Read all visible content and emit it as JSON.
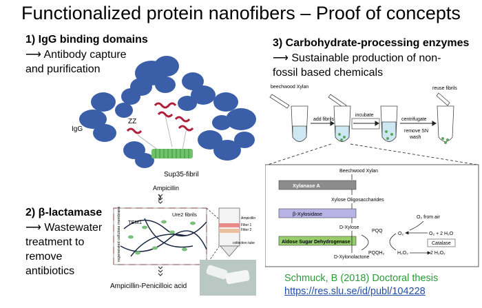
{
  "slide": {
    "title": "Functionalized protein nanofibers – Proof of concepts"
  },
  "section1": {
    "heading": "1) IgG binding domains",
    "line1": "⟶ Antibody capture",
    "line2": "and purification",
    "labels": {
      "igg": "IgG",
      "zz": "ZZ",
      "fibril": "Sup35-fibril"
    }
  },
  "section2": {
    "heading": "2) β-lactamase",
    "line1": "⟶ Wastewater",
    "line2": "treatment to",
    "line3": "remove",
    "line4": "antibiotics",
    "diagram": {
      "top_label": "Ampicillin",
      "bottom_label": "Ampicillin-Penicilloic acid",
      "tem1": "TEM1",
      "ure2": "Ure2 fibrils",
      "side_text": "regenerated cellulose membrane",
      "filter_labels": [
        "Ampicillin",
        "Filter 1",
        "Filter 2",
        "collection tube"
      ]
    }
  },
  "section3": {
    "heading": "3) Carbohydrate-processing enzymes",
    "line1": "⟶ Sustainable production of non-",
    "line2": "fossil based chemicals",
    "steps": {
      "xylan": "beechwood Xylan",
      "reuse": "reuse fibrils",
      "add": "add fibrils",
      "incubate": "incubate",
      "centrifugate": "centrifugate",
      "remove": "remove SN",
      "wash": "wash"
    },
    "pathway": {
      "top": "Beechwood Xylan",
      "enzyme1": "Xylanase A",
      "product1": "Xylose Oligosaccharides",
      "enzyme2": "β-Xylosidase",
      "product2": "D-Xylose",
      "enzyme3": "Aldose Sugar Dehydrogenase",
      "product3": "D-Xylonolactone",
      "pqq": "PQQ",
      "pqqh2": "PQQH₂",
      "o2": "O₂",
      "o2air": "O₂ from air",
      "o2_2h2o": "O₂ + 2 H₂O",
      "catalase": "Catalase",
      "h2o2": "H₂O₂",
      "two_h2o2": "2 H₂O₂"
    }
  },
  "citation": {
    "text": "Schmuck, B (2018) Doctoral thesis",
    "url": "https://res.slu.se/id/publ/104228"
  },
  "colors": {
    "antibody": "#3a5fa8",
    "zz": "#b0203a",
    "fibril": "#6fc16a",
    "enzyme_gray": "#8c8c8c",
    "enzyme_purple": "#b7b3e6",
    "enzyme_green": "#97cc6b",
    "citation_green": "#2d9a3a",
    "link_blue": "#1f4eaa"
  }
}
